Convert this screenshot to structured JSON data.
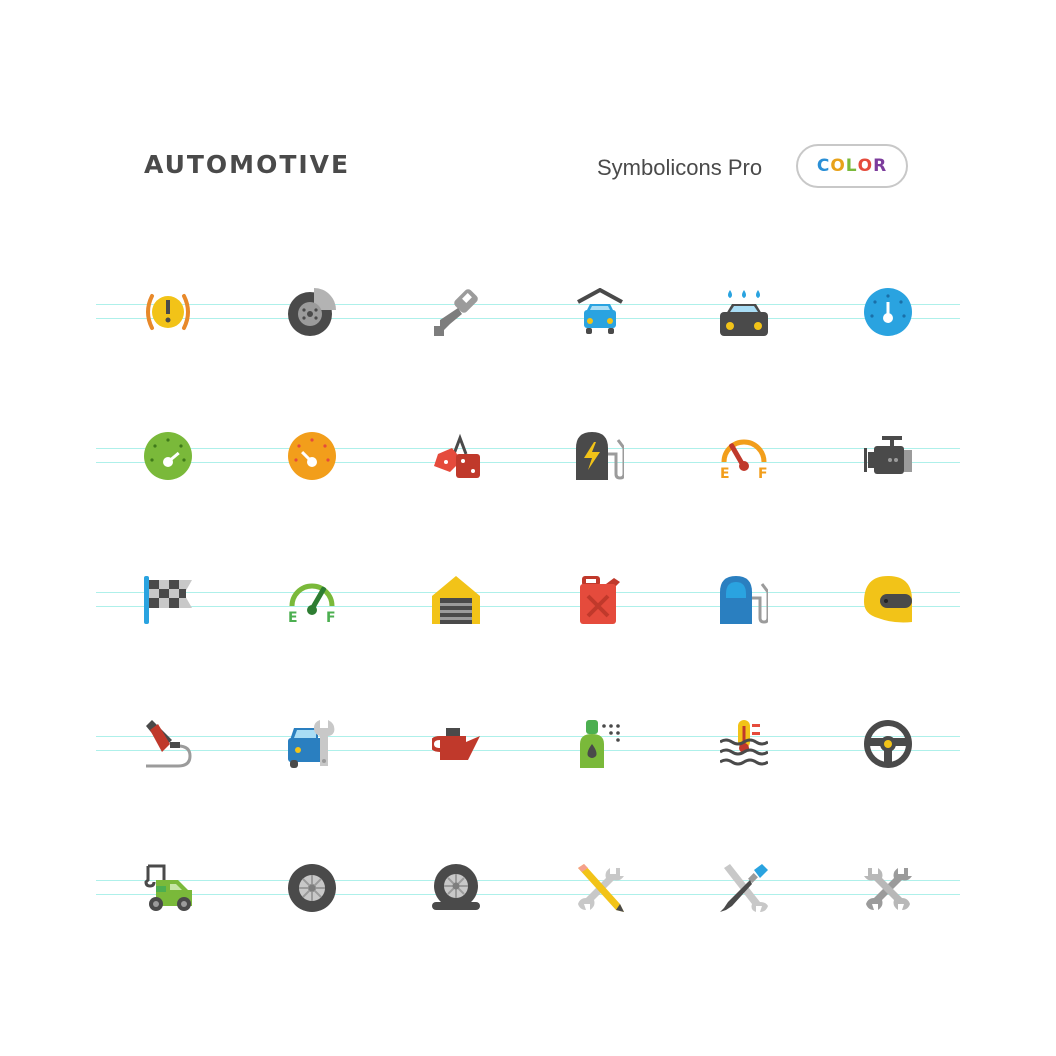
{
  "header": {
    "title": "AUTOMOTIVE",
    "brand": "Symbolicons Pro",
    "badge": "COLOR",
    "badge_letter_colors": [
      "#2a8fd6",
      "#e8a21a",
      "#7ab93a",
      "#e54b3c",
      "#7c3c9c"
    ]
  },
  "rows": [
    {
      "icons": [
        "tire-pressure-warning-icon",
        "brake-disc-icon",
        "car-key-icon",
        "garage-car-icon",
        "car-wash-icon",
        "blue-gauge-icon"
      ]
    },
    {
      "icons": [
        "green-gauge-icon",
        "orange-gauge-icon",
        "price-tags-icon",
        "electric-charging-station-icon",
        "fuel-gauge-icon",
        "engine-icon"
      ]
    },
    {
      "icons": [
        "checkered-flag-icon",
        "fuel-gauge-green-icon",
        "garage-door-icon",
        "jerry-can-icon",
        "gas-pump-icon",
        "racing-helmet-icon"
      ]
    },
    {
      "icons": [
        "jumper-cable-icon",
        "car-repair-icon",
        "oil-can-icon",
        "car-shampoo-bottle-icon",
        "coolant-temperature-icon",
        "steering-wheel-icon"
      ]
    },
    {
      "icons": [
        "tow-truck-icon",
        "tire-icon",
        "flat-tire-icon",
        "pencil-wrench-icon",
        "screwdriver-wrench-icon",
        "crossed-wrenches-icon"
      ]
    }
  ],
  "colors": {
    "dark": "#4a4a4a",
    "gray": "#9b9b9b",
    "light_gray": "#c8c8c8",
    "yellow": "#f2c318",
    "orange": "#f29e1b",
    "red": "#e54b3c",
    "blue": "#2aa3e0",
    "dark_blue": "#2a7fc0",
    "green": "#7ab93a",
    "guide_line": "#aef0ea"
  }
}
